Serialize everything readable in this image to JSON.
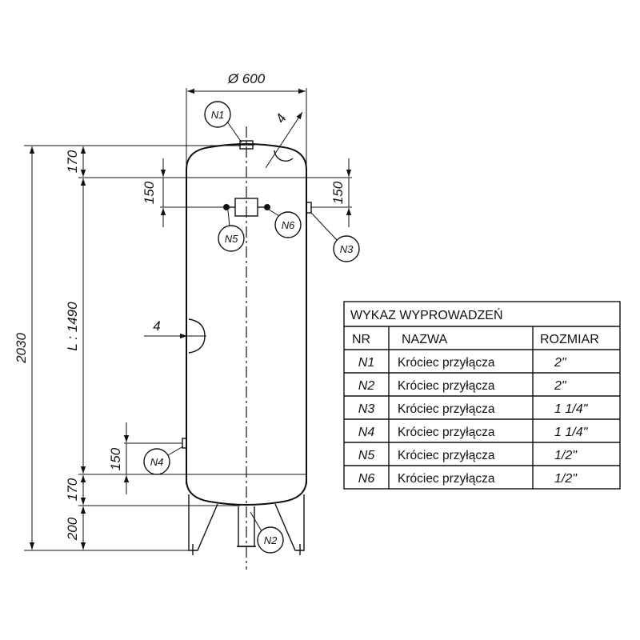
{
  "dimensions": {
    "diameter": "Ø 600",
    "total_height": "2030",
    "top_head": "170",
    "body_length": "L : 1490",
    "bottom_head": "170",
    "legs": "200",
    "upper_offset_left": "150",
    "upper_offset_right": "150",
    "lower_offset": "150",
    "wall_top": "4",
    "wall_side": "4"
  },
  "nozzle_tags": {
    "n1": "N1",
    "n2": "N2",
    "n3": "N3",
    "n4": "N4",
    "n5": "N5",
    "n6": "N6"
  },
  "table": {
    "title": "WYKAZ WYPROWADZEŃ",
    "headers": {
      "nr": "NR",
      "name": "NAZWA",
      "size": "ROZMIAR"
    },
    "rows": [
      {
        "nr": "N1",
        "name": "Króciec przyłącza",
        "size": "2\""
      },
      {
        "nr": "N2",
        "name": "Króciec przyłącza",
        "size": "2\""
      },
      {
        "nr": "N3",
        "name": "Króciec przyłącza",
        "size": "1 1/4\""
      },
      {
        "nr": "N4",
        "name": "Króciec przyłącza",
        "size": "1 1/4\""
      },
      {
        "nr": "N5",
        "name": "Króciec przyłącza",
        "size": "1/2\""
      },
      {
        "nr": "N6",
        "name": "Króciec przyłącza",
        "size": "1/2\""
      }
    ]
  }
}
